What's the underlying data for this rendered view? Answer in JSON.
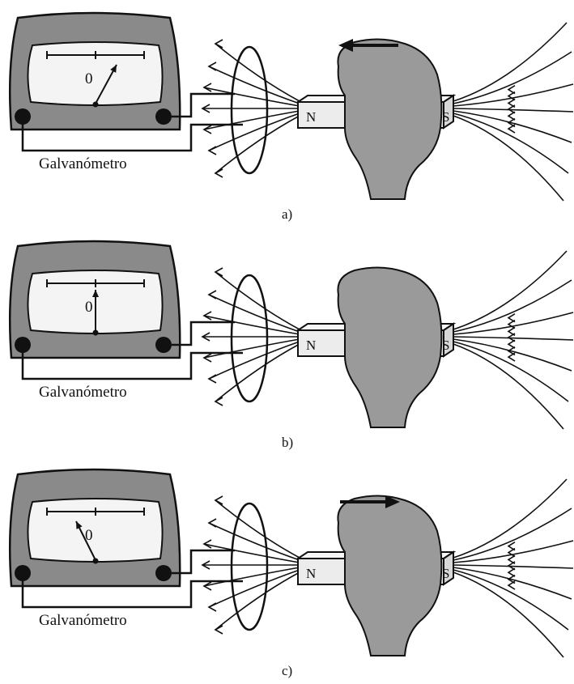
{
  "panels": [
    {
      "caption": "a)",
      "galvanometer_label": "Galvanómetro",
      "zero_label": "0",
      "north_label": "N",
      "south_label": "S",
      "needle": "right",
      "motion": "toward-loop"
    },
    {
      "caption": "b)",
      "galvanometer_label": "Galvanómetro",
      "zero_label": "0",
      "north_label": "N",
      "south_label": "S",
      "needle": "center",
      "motion": "none"
    },
    {
      "caption": "c)",
      "galvanometer_label": "Galvanómetro",
      "zero_label": "0",
      "north_label": "N",
      "south_label": "S",
      "needle": "left",
      "motion": "away-from-loop"
    }
  ],
  "colors": {
    "ink": "#111111",
    "meter_body": "#8a8a8a",
    "meter_face": "#f4f4f4",
    "hand": "#9a9a9a",
    "magnet": "#ececec"
  }
}
